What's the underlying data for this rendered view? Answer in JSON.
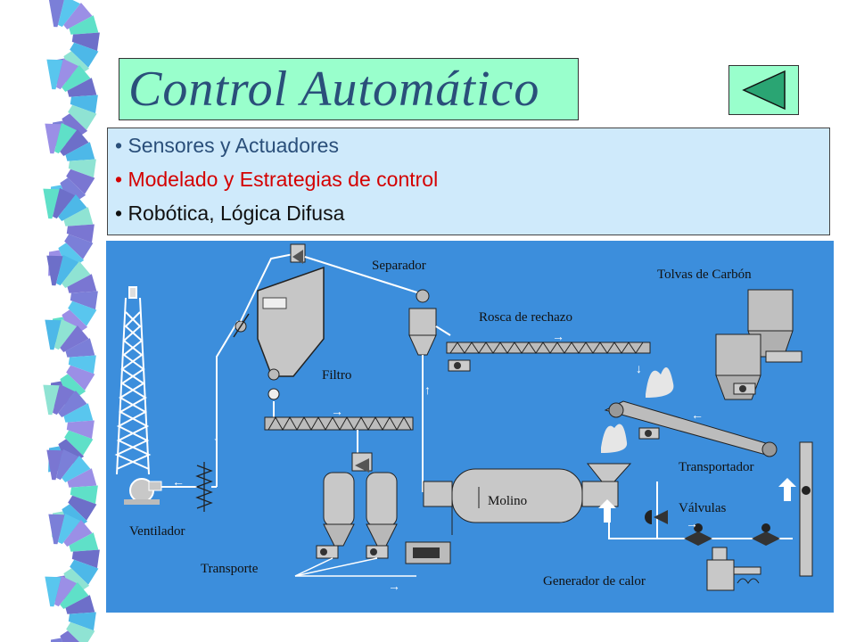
{
  "slide": {
    "title": "Control Automático",
    "bullets": [
      {
        "text": "• Sensores y Actuadores",
        "color": "#2a4f7a"
      },
      {
        "text": "• Modelado  y Estrategias de control",
        "color": "#d40000"
      },
      {
        "text": "• Robótica, Lógica Difusa",
        "color": "#111111"
      }
    ],
    "back_button_icon": "triangle-left-icon"
  },
  "diagram": {
    "background": "#3c8edc",
    "labels": {
      "separador": "Separador",
      "tolvas": "Tolvas de Carbón",
      "rosca": "Rosca de rechazo",
      "filtro": "Filtro",
      "transportador": "Transportador",
      "molino": "Molino",
      "valvulas": "Válvulas",
      "ventilador": "Ventilador",
      "transporte": "Transporte",
      "generador": "Generador de calor"
    }
  },
  "colors": {
    "title_bg": "#99ffcc",
    "bullet_bg": "#cfeafb"
  }
}
